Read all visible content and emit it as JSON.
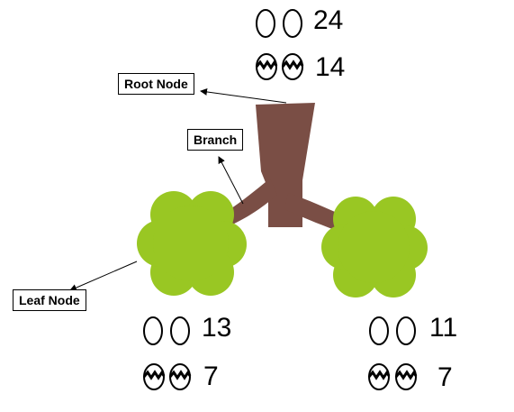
{
  "labels": {
    "root_node": "Root Node",
    "branch": "Branch",
    "leaf_node": "Leaf Node"
  },
  "nodes": {
    "root": {
      "eggs": "24",
      "cracked": "14"
    },
    "left_leaf": {
      "eggs": "13",
      "cracked": "7"
    },
    "right_leaf": {
      "eggs": "11",
      "cracked": "7"
    }
  },
  "colors": {
    "trunk": "#7a4e45",
    "foliage": "#99c723",
    "egg_outline": "#000000",
    "egg_fill": "#ffffff"
  },
  "icons": {
    "egg": "egg-icon",
    "cracked_egg": "cracked-egg-icon"
  }
}
